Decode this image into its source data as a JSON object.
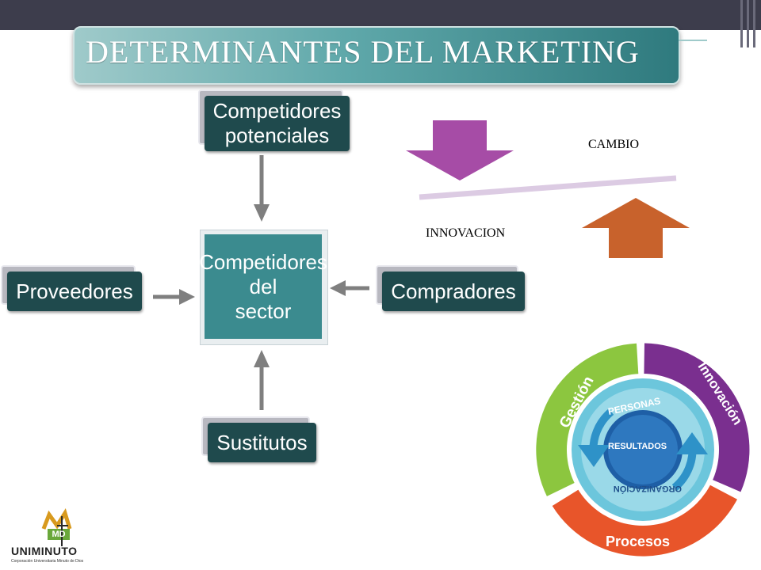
{
  "title": "DETERMINANTES DEL MARKETING",
  "boxes": {
    "top": "Competidores\npotenciales",
    "left": "Proveedores",
    "center": "Competidores\ndel\nsector",
    "right": "Compradores",
    "bottom": "Sustitutos"
  },
  "labels": {
    "cambio": "CAMBIO",
    "innovacion": "INNOVACION"
  },
  "cycle": {
    "outer": [
      "Gestión",
      "Innovación",
      "Procesos"
    ],
    "inner": [
      "PERSONAS",
      "ORGANIZACIÓN"
    ],
    "center": "RESULTADOS"
  },
  "logo": {
    "mark": "MD",
    "name": "UNIMINUTO",
    "subtitle": "Corporación Universitaria Minuto de Dios"
  },
  "colors": {
    "banner": "#3d3d4c",
    "dark_box": "#1f4a4d",
    "center_box": "#3b8b8f",
    "purple_arrow": "#a64ca6",
    "orange_arrow": "#c8622c",
    "green": "#8cc63f",
    "purple": "#7a2f8f",
    "orange": "#e8552a"
  }
}
